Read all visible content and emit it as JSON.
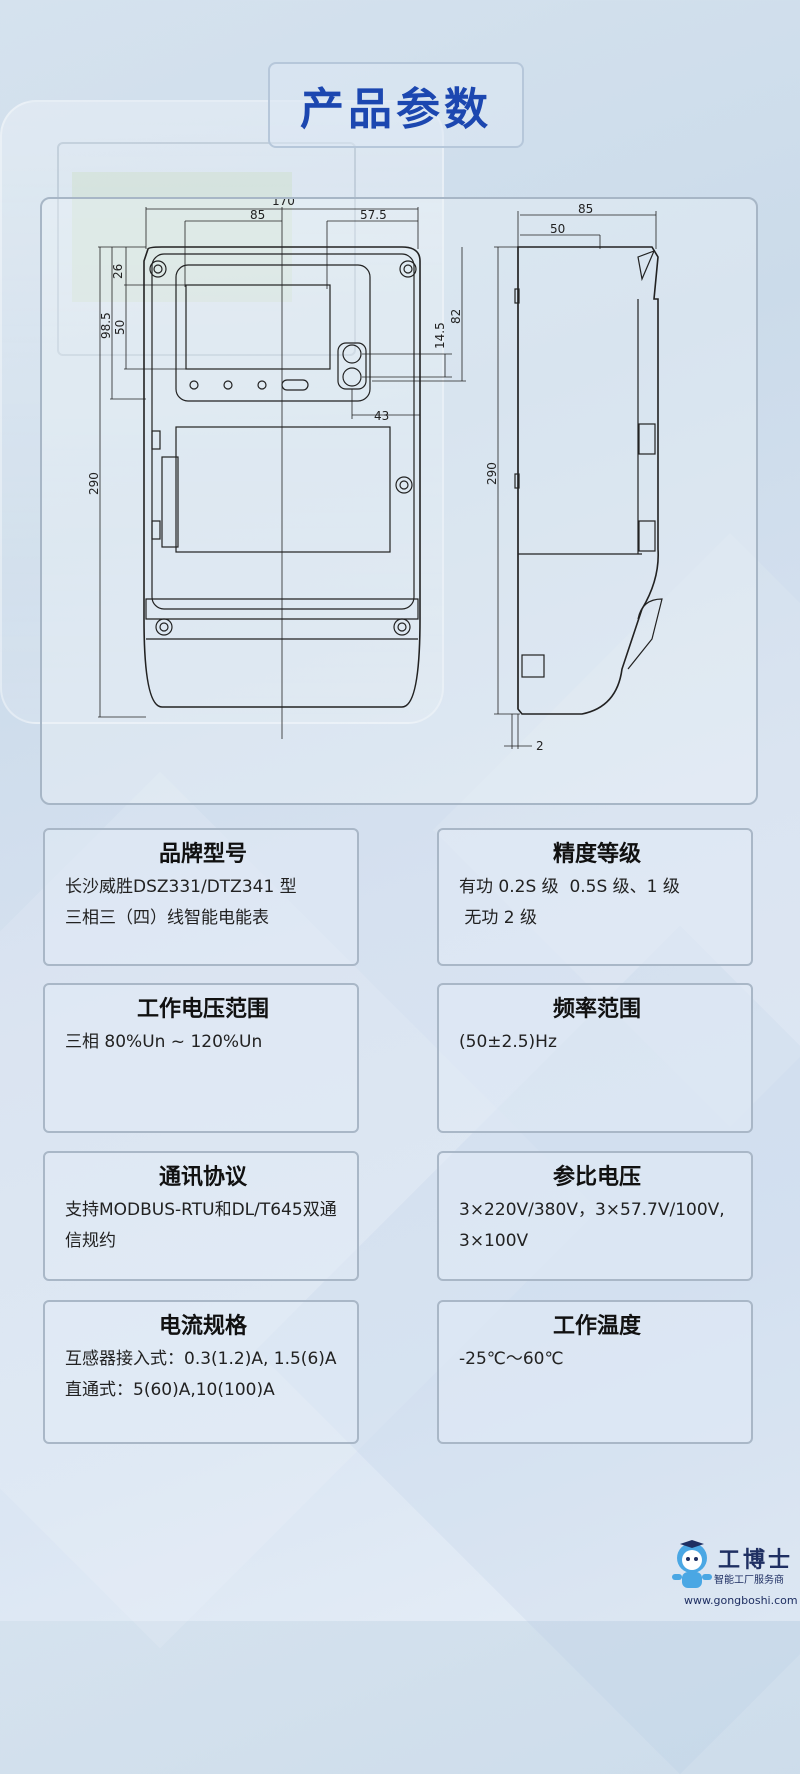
{
  "title": "产品参数",
  "dimensions": {
    "front_width": "170",
    "front_85": "85",
    "front_57_5": "57.5",
    "front_26": "26",
    "front_98_5": "98.5",
    "front_50": "50",
    "front_290": "290",
    "front_14_5": "14.5",
    "front_82": "82",
    "front_43": "43",
    "side_85": "85",
    "side_50": "50",
    "side_290": "290",
    "side_2": "2"
  },
  "cards": [
    {
      "title": "品牌型号",
      "lines": [
        "长沙威胜DSZ331/DTZ341 型",
        "三相三（四）线智能电能表"
      ]
    },
    {
      "title": "精度等级",
      "lines": [
        "有功 0.2S 级  0.5S 级、1 级",
        " 无功 2 级"
      ]
    },
    {
      "title": "工作电压范围",
      "lines": [
        "三相 80%Un ~ 120%Un"
      ]
    },
    {
      "title": "频率范围",
      "lines": [
        "(50±2.5)Hz"
      ]
    },
    {
      "title": "通讯协议",
      "lines": [
        "支持MODBUS-RTU和DL/T645双通",
        "信规约"
      ]
    },
    {
      "title": "参比电压",
      "lines": [
        "3×220V/380V，3×57.7V/100V,",
        "3×100V"
      ]
    },
    {
      "title": "电流规格",
      "lines": [
        "互感器接入式：0.3(1.2)A, 1.5(6)A",
        "直通式：5(60)A,10(100)A"
      ]
    },
    {
      "title": "工作温度",
      "lines": [
        "-25℃～60℃"
      ]
    }
  ],
  "logo": {
    "brand": "工博士",
    "subtitle": "智能工厂服务商",
    "url": "www.gongboshi.com"
  }
}
